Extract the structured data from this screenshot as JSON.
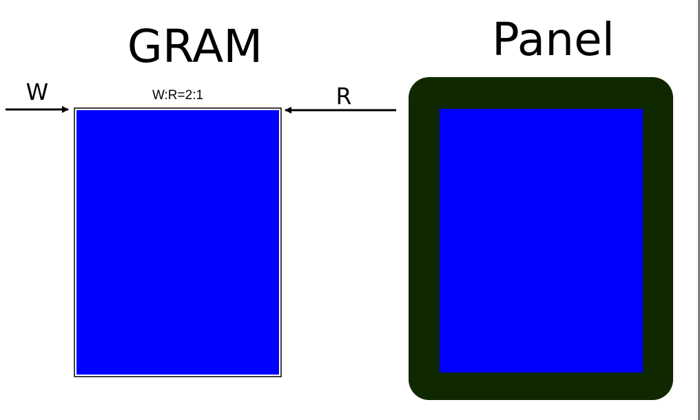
{
  "gram": {
    "title": "GRAM",
    "ratio_label": "W:R=2:1",
    "write_label": "W",
    "read_label": "R"
  },
  "panel": {
    "title": "Panel"
  },
  "colors": {
    "fill_blue": "#0000FF",
    "panel_bezel": "#102800",
    "arrow": "#000000",
    "gram_border": "#000000",
    "gram_inner_border": "#FFFFFF",
    "right_edge_bar": "#808080"
  }
}
